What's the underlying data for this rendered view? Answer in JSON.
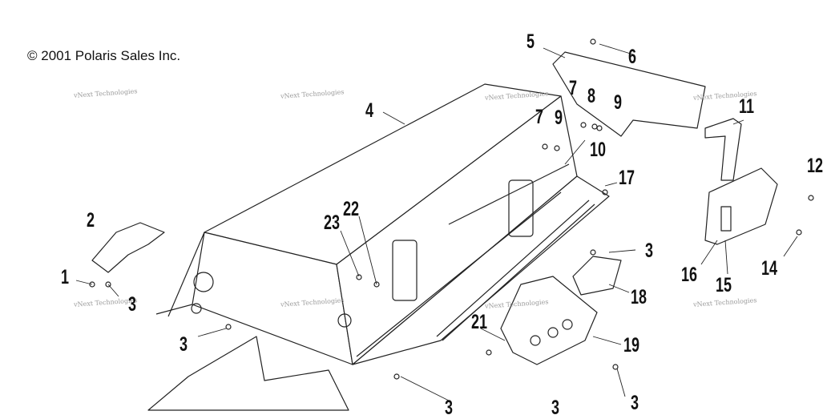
{
  "copyright": "© 2001 Polaris Sales Inc.",
  "watermark": "vNext Technologies",
  "callouts": {
    "c1": "1",
    "c2": "2",
    "c3a": "3",
    "c3b": "3",
    "c3c": "3",
    "c3d": "3",
    "c3e": "3",
    "c3f": "3",
    "c4": "4",
    "c5": "5",
    "c6": "6",
    "c7a": "7",
    "c7b": "7",
    "c8": "8",
    "c9a": "9",
    "c9b": "9",
    "c10": "10",
    "c11": "11",
    "c12": "12",
    "c14": "14",
    "c15": "15",
    "c16": "16",
    "c17": "17",
    "c18": "18",
    "c19": "19",
    "c21": "21",
    "c22": "22",
    "c23": "23"
  },
  "colors": {
    "line": "#222222",
    "watermark": "#9a9a9a"
  }
}
